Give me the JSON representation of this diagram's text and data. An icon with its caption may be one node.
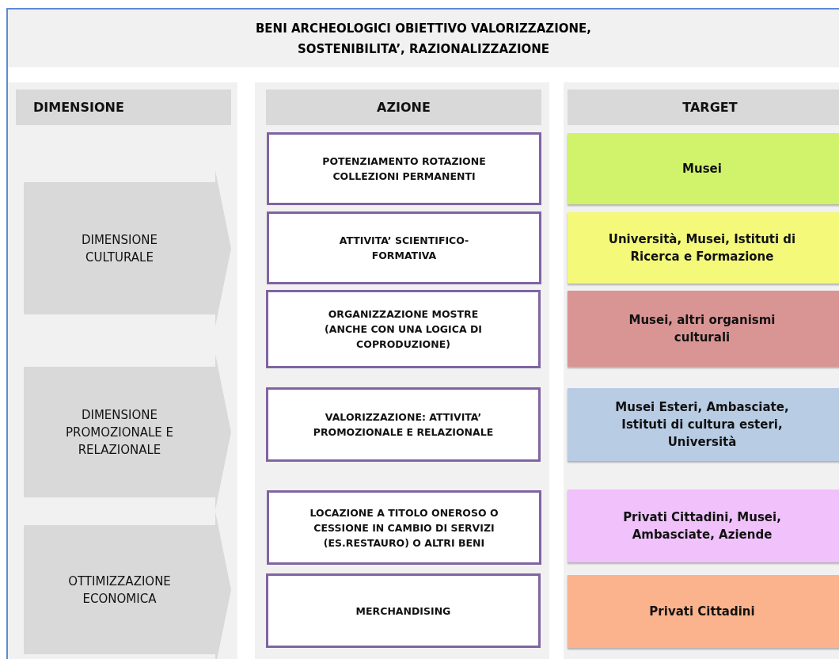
{
  "diagram": {
    "title": "BENI ARCHEOLOGICI OBIETTIVO VALORIZZAZIONE, SOSTENIBILITA’, RAZIONALIZZAZIONE",
    "nodes": [
      {
        "text": [],
        "shape": "box"
      },
      {
        "text": [
          "DIMENSIONE"
        ],
        "in": 0
      },
      {
        "text": [
          "DIMENSIONE CULTURALE"
        ],
        "in": 0
      },
      {
        "text": [
          "DIMENSIONE PROMOZIONALE E RELAZIONALE"
        ],
        "in": 0
      },
      {
        "text": [
          "OTTIMIZZAZIONE ECONOMICA"
        ],
        "in": 0
      },
      {
        "text": [],
        "shape": "box"
      },
      {
        "text": [
          "AZIONE"
        ],
        "in": 5
      },
      {
        "text": [
          "POTENZIAMENTO ROTAZIONE COLLEZIONI PERMANENTI"
        ],
        "in": 5
      },
      {
        "text": [
          "ATTIVITA’ SCIENTIFICO-FORMATIVA"
        ],
        "in": 5
      },
      {
        "text": [
          "ORGANIZZAZIONE MOSTRE (ANCHE CON UNA LOGICA DI COPRODUZIONE)"
        ],
        "in": 5
      },
      {
        "text": [
          "VALORIZZAZIONE: ATTIVITA’ PROMOZIONALE E RELAZIONALE"
        ],
        "in": 5
      },
      {
        "text": [
          "LOCAZIONE A TITOLO ONEROSO O CESSIONE IN CAMBIO DI SERVIZI (ES.RESTAURO) O ALTRI BENI"
        ],
        "in": 5
      },
      {
        "text": [
          "MERCHANDISING"
        ],
        "in": 5
      },
      {
        "text": [],
        "shape": "box"
      },
      {
        "text": [
          "TARGET"
        ],
        "in": 13
      },
      {
        "text": [
          "Musei"
        ],
        "in": 13
      },
      {
        "text": [
          "Università, Musei, Istituti di Ricerca e Formazione"
        ],
        "in": 13
      },
      {
        "text": [
          "Musei, altri organismi culturali"
        ],
        "in": 13
      },
      {
        "text": [
          "Musei Esteri, Ambasciate, Istituti di cultura esteri, Università"
        ],
        "in": 13
      },
      {
        "text": [
          "Privati Cittadini, Musei, Ambasciate, Aziende"
        ],
        "in": 13
      },
      {
        "text": [
          "Privati Cittadini"
        ],
        "in": 13
      }
    ],
    "edges": []
  }
}
